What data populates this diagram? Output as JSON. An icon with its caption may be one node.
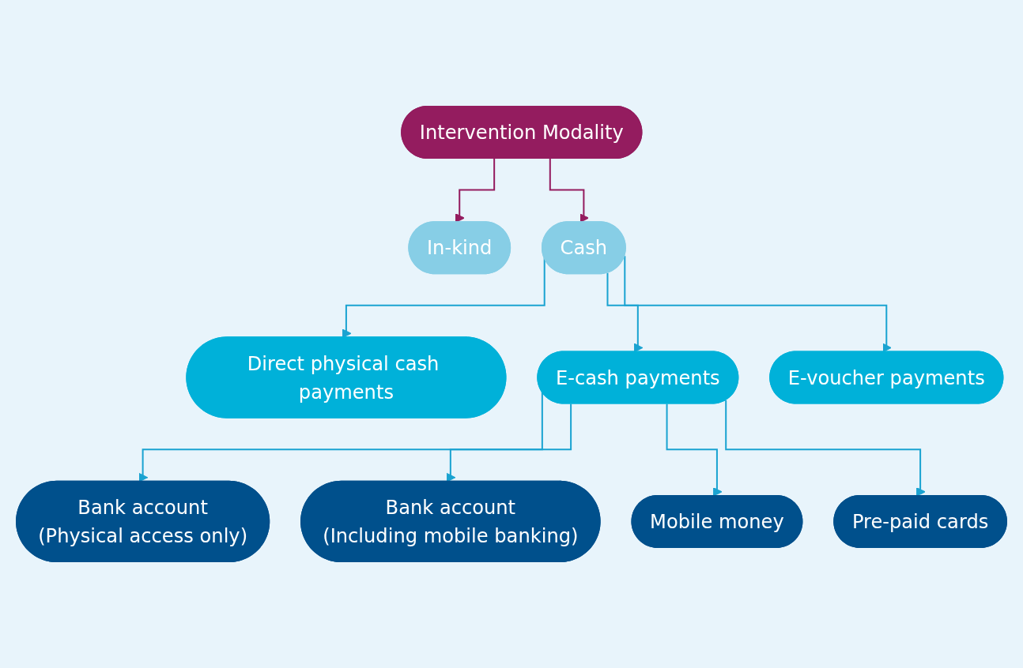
{
  "diagram": {
    "nodes": [
      {
        "text": [
          "Intervention Modality"
        ]
      },
      {
        "text": [
          "In-kind"
        ]
      },
      {
        "text": [
          "Cash"
        ]
      },
      {
        "text": [
          "Direct physical cash payments"
        ]
      },
      {
        "text": [
          "E-cash payments"
        ]
      },
      {
        "text": [
          "E-voucher payments"
        ]
      },
      {
        "text": [
          "Bank account",
          "(Physical access only)"
        ]
      },
      {
        "text": [
          "Bank account",
          "(Including mobile banking)"
        ]
      },
      {
        "text": [
          "Mobile money"
        ]
      },
      {
        "text": [
          "Pre-paid cards"
        ]
      }
    ],
    "edges": [
      {
        "from": 0,
        "to": 1,
        "arrow": "to",
        "color": "#941c5f"
      },
      {
        "from": 0,
        "to": 2,
        "arrow": "to",
        "color": "#941c5f"
      },
      {
        "from": 2,
        "to": 3,
        "arrow": "to"
      },
      {
        "from": 2,
        "to": 4,
        "arrow": "to"
      },
      {
        "from": 2,
        "to": 5,
        "arrow": "to"
      },
      {
        "from": 4,
        "to": 6,
        "arrow": "to"
      },
      {
        "from": 4,
        "to": 7,
        "arrow": "to"
      },
      {
        "from": 4,
        "to": 8,
        "arrow": "to"
      },
      {
        "from": 4,
        "to": 9,
        "arrow": "to"
      }
    ]
  }
}
